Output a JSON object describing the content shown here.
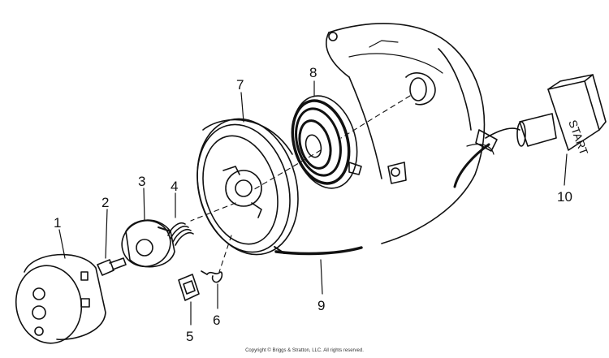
{
  "diagram": {
    "parts": [
      {
        "id": "part-1",
        "number": "1"
      },
      {
        "id": "part-2",
        "number": "2"
      },
      {
        "id": "part-3",
        "number": "3"
      },
      {
        "id": "part-4",
        "number": "4"
      },
      {
        "id": "part-5",
        "number": "5"
      },
      {
        "id": "part-6",
        "number": "6"
      },
      {
        "id": "part-7",
        "number": "7"
      },
      {
        "id": "part-8",
        "number": "8"
      },
      {
        "id": "part-9",
        "number": "9"
      },
      {
        "id": "part-10",
        "number": "10"
      }
    ],
    "handle_text": "START",
    "copyright": "Copyright © Briggs & Stratton, LLC. All rights reserved."
  },
  "colors": {
    "ink": "#111111",
    "paper": "#ffffff"
  }
}
